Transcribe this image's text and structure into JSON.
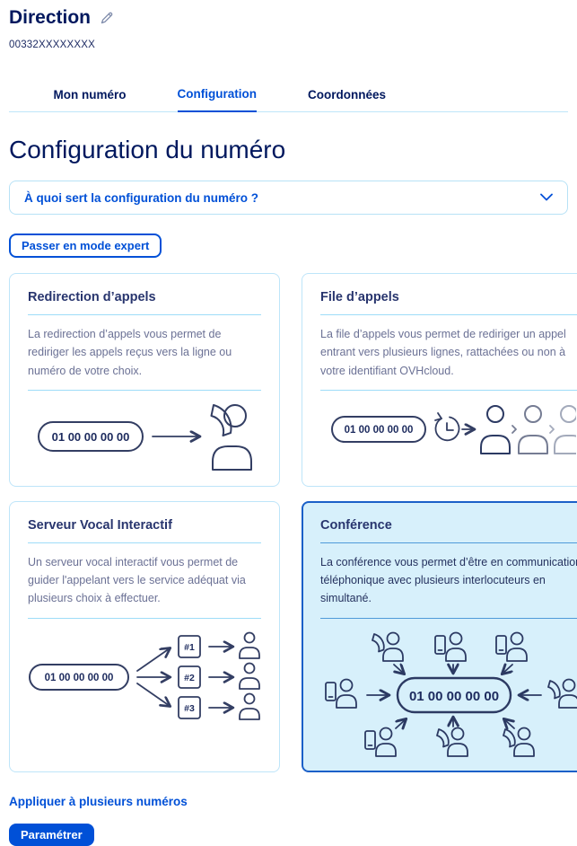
{
  "header": {
    "title": "Direction",
    "service_id": "00332XXXXXXXX"
  },
  "tabs": [
    {
      "label": "Mon numéro",
      "active": false
    },
    {
      "label": "Configuration",
      "active": true
    },
    {
      "label": "Coordonnées",
      "active": false
    }
  ],
  "section": {
    "heading": "Configuration du numéro"
  },
  "accordion": {
    "label": "À quoi sert la configuration du numéro ?"
  },
  "expert_button": {
    "label": "Passer en mode expert"
  },
  "cards": [
    {
      "title": "Redirection d’appels",
      "description": "La redirection d’appels vous permet de rediriger les appels reçus vers la ligne ou numéro de votre choix.",
      "selected": false
    },
    {
      "title": "File d’appels",
      "description": "La file d’appels vous permet de rediriger un appel entrant vers plusieurs lignes, rattachées ou non à votre identifiant OVHcloud.",
      "selected": false
    },
    {
      "title": "Serveur Vocal Interactif",
      "description": "Un serveur vocal interactif vous permet de guider l'appelant vers le service adéquat via plusieurs choix à effectuer.",
      "selected": false
    },
    {
      "title": "Conférence",
      "description": "La conférence vous permet d’être en communication téléphonique avec plusieurs interlocuteurs en simultané.",
      "selected": true
    }
  ],
  "illustrations": {
    "phone_pill": "01 00 00 00 00",
    "svi_options": [
      "#1",
      "#2",
      "#3"
    ]
  },
  "footer": {
    "apply_link": "Appliquer à plusieurs numéros",
    "configure_button": "Paramétrer"
  },
  "colors": {
    "navy": "#00185e",
    "accent_blue": "#0050d7",
    "card_border": "#bee5f9",
    "selected_border": "#1b60c8",
    "selected_bg": "#d7f0fb",
    "divider": "#9edcf8",
    "muted_text": "#6b7195",
    "icon_ink": "#333e63"
  }
}
